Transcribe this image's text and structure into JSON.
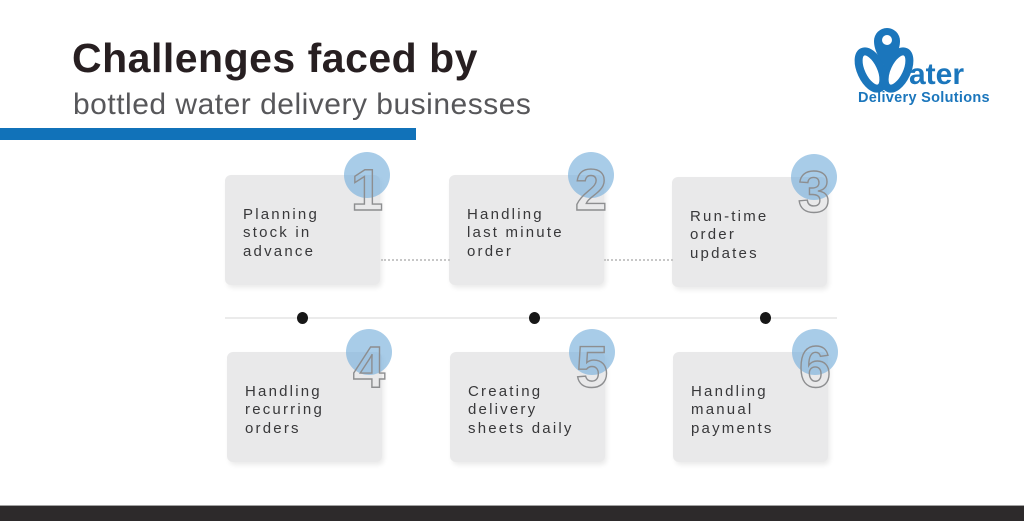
{
  "header": {
    "title_bold": "Challenges faced by",
    "title_light": "bottled water delivery businesses"
  },
  "logo": {
    "brand": "Water",
    "brand_suffix": "ater",
    "tagline": "Delivery Solutions",
    "color": "#1b76bc"
  },
  "accent": {
    "underline_color": "#1172b9",
    "number_circle_color": "#a9cce8",
    "number_outline_color": "#8d8e90",
    "card_background": "#e9e9ea",
    "footer_bar_color": "#2d2a2b"
  },
  "challenges": [
    {
      "number": "1",
      "label": "Planning\nstock in\nadvance"
    },
    {
      "number": "2",
      "label": "Handling\nlast minute\norder"
    },
    {
      "number": "3",
      "label": "Run-time\norder\nupdates"
    },
    {
      "number": "4",
      "label": "Handling\nrecurring\norders"
    },
    {
      "number": "5",
      "label": "Creating\ndelivery\nsheets daily"
    },
    {
      "number": "6",
      "label": "Handling\nmanual\npayments"
    }
  ]
}
